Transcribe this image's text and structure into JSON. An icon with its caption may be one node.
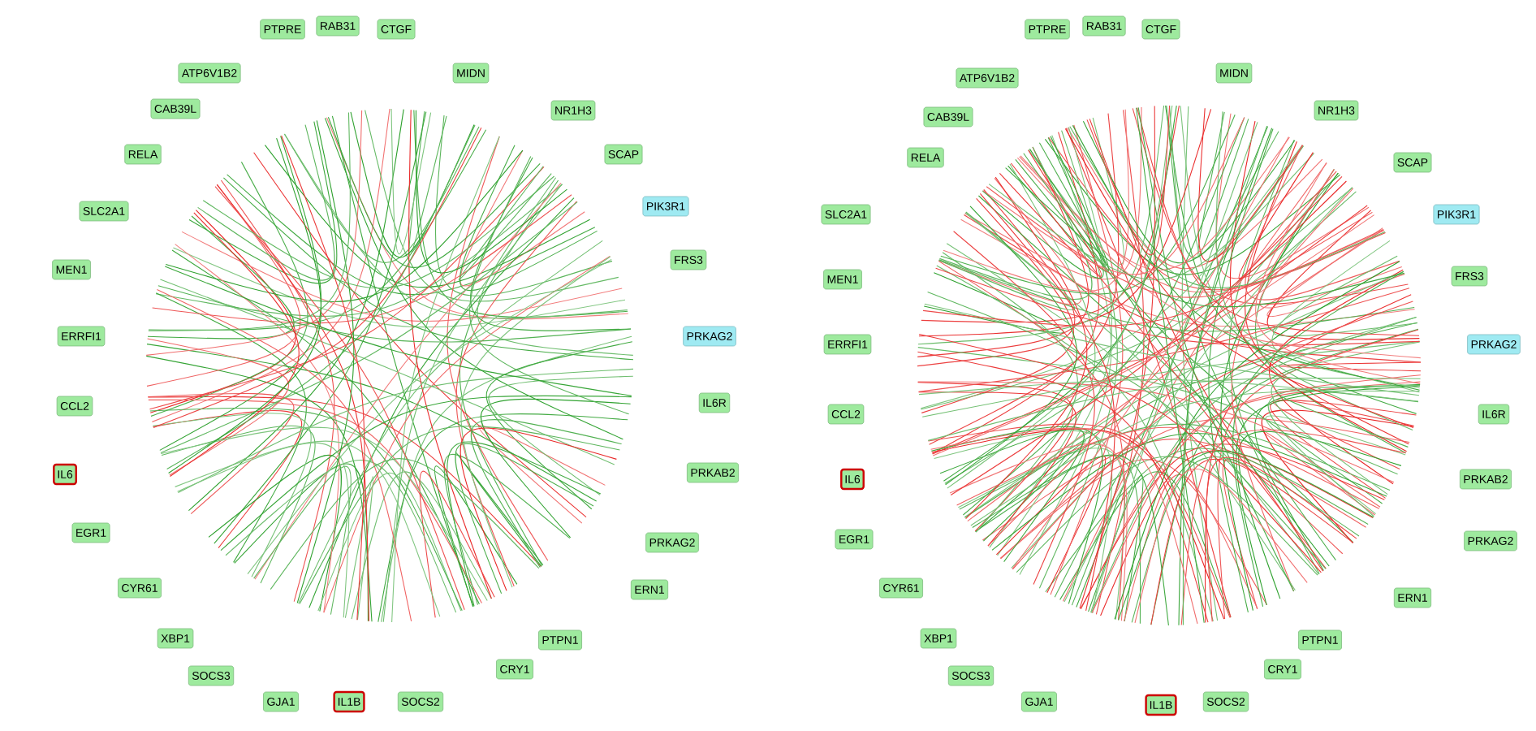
{
  "diagram": {
    "nodes": [
      {
        "text": [
          "PTPRE"
        ]
      },
      {
        "text": [
          "RAB31"
        ]
      },
      {
        "text": [
          "CTGF"
        ]
      },
      {
        "text": [
          "MIDN"
        ]
      },
      {
        "text": [
          "NR1H3"
        ]
      },
      {
        "text": [
          "SCAP"
        ]
      },
      {
        "text": [
          "PIK3R1"
        ]
      },
      {
        "text": [
          "FRS3"
        ]
      },
      {
        "text": [
          "PRKAG2"
        ]
      },
      {
        "text": [
          "IL6R"
        ]
      },
      {
        "text": [
          "PRKAB2"
        ]
      },
      {
        "text": [
          "PRKAG2"
        ]
      },
      {
        "text": [
          "ERN1"
        ]
      },
      {
        "text": [
          "PTPN1"
        ]
      },
      {
        "text": [
          "CRY1"
        ]
      },
      {
        "text": [
          "SOCS2"
        ]
      },
      {
        "text": [
          "IL1B"
        ]
      },
      {
        "text": [
          "GJA1"
        ]
      },
      {
        "text": [
          "SOCS3"
        ]
      },
      {
        "text": [
          "XBP1"
        ]
      },
      {
        "text": [
          "CYR61"
        ]
      },
      {
        "text": [
          "EGR1"
        ]
      },
      {
        "text": [
          "IL6"
        ]
      },
      {
        "text": [
          "CCL2"
        ]
      },
      {
        "text": [
          "ERRFI1"
        ]
      },
      {
        "text": [
          "MEN1"
        ]
      },
      {
        "text": [
          "SLC2A1"
        ]
      },
      {
        "text": [
          "RELA"
        ]
      },
      {
        "text": [
          "CAB39L"
        ]
      },
      {
        "text": [
          "ATP6V1B2"
        ]
      },
      {
        "text": [
          "PTPRE"
        ]
      },
      {
        "text": [
          "RAB31"
        ]
      },
      {
        "text": [
          "CTGF"
        ]
      },
      {
        "text": [
          "MIDN"
        ]
      },
      {
        "text": [
          "NR1H3"
        ]
      },
      {
        "text": [
          "SCAP"
        ]
      },
      {
        "text": [
          "PIK3R1"
        ]
      },
      {
        "text": [
          "FRS3"
        ]
      },
      {
        "text": [
          "PRKAG2"
        ]
      },
      {
        "text": [
          "IL6R"
        ]
      },
      {
        "text": [
          "PRKAB2"
        ]
      },
      {
        "text": [
          "PRKAG2"
        ]
      },
      {
        "text": [
          "ERN1"
        ]
      },
      {
        "text": [
          "PTPN1"
        ]
      },
      {
        "text": [
          "CRY1"
        ]
      },
      {
        "text": [
          "SOCS2"
        ]
      },
      {
        "text": [
          "IL1B"
        ]
      },
      {
        "text": [
          "GJA1"
        ]
      },
      {
        "text": [
          "SOCS3"
        ]
      },
      {
        "text": [
          "XBP1"
        ]
      },
      {
        "text": [
          "CYR61"
        ]
      },
      {
        "text": [
          "EGR1"
        ]
      },
      {
        "text": [
          "IL6"
        ]
      },
      {
        "text": [
          "CCL2"
        ]
      },
      {
        "text": [
          "ERRFI1"
        ]
      },
      {
        "text": [
          "MEN1"
        ]
      },
      {
        "text": [
          "SLC2A1"
        ]
      },
      {
        "text": [
          "RELA"
        ]
      },
      {
        "text": [
          "CAB39L"
        ]
      },
      {
        "text": [
          "ATP6V1B2"
        ]
      }
    ]
  }
}
